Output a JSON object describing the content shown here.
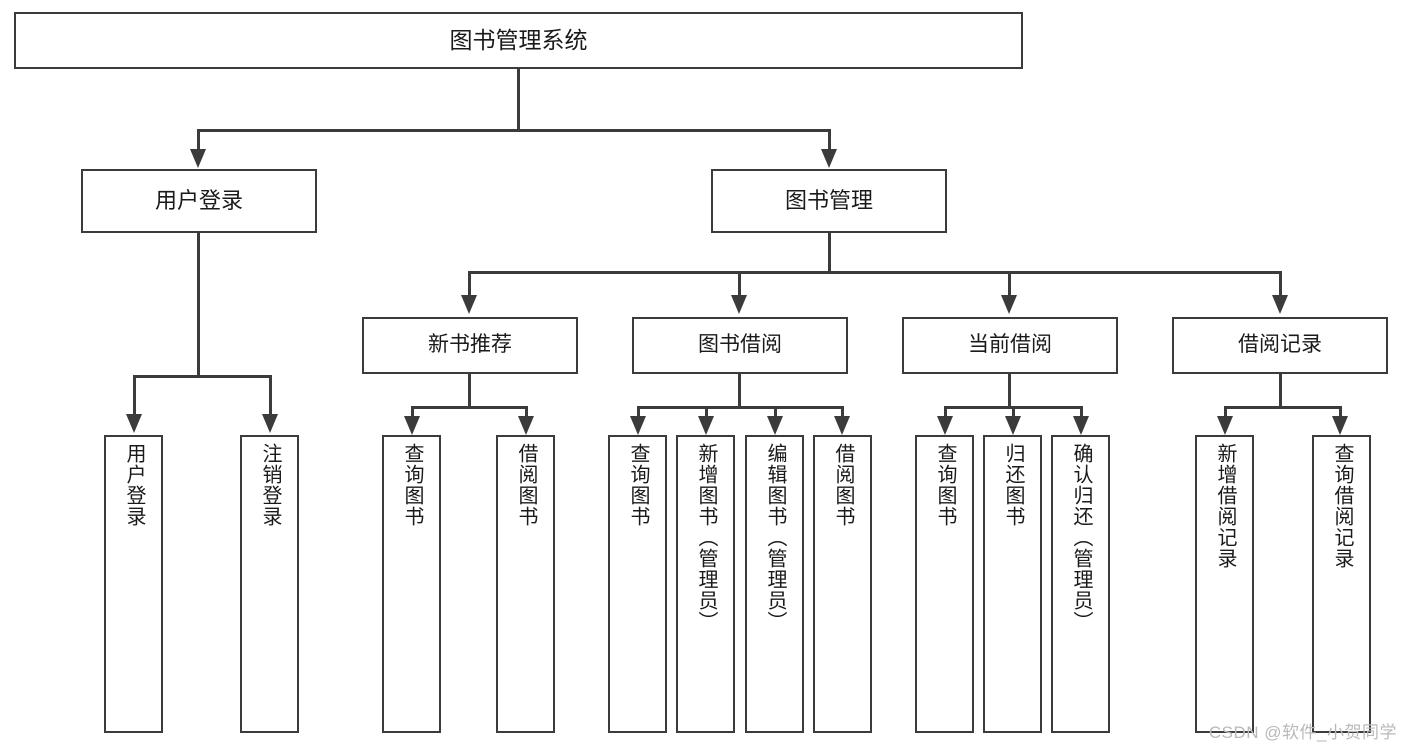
{
  "diagram": {
    "type": "tree-hierarchy-chart",
    "title": "图书管理系统",
    "watermark": "CSDN @软件_小贺同学",
    "colors": {
      "stroke": "#3b3b3b",
      "fill": "#ffffff",
      "text": "#1a1a1a",
      "watermark": "#b9b9b9"
    },
    "root": {
      "label": "图书管理系统"
    },
    "level2": [
      {
        "label": "用户登录"
      },
      {
        "label": "图书管理"
      }
    ],
    "level3": [
      {
        "label": "新书推荐"
      },
      {
        "label": "图书借阅"
      },
      {
        "label": "当前借阅"
      },
      {
        "label": "借阅记录"
      }
    ],
    "leaves": {
      "user_login": [
        {
          "label": "用户登录"
        },
        {
          "label": "注销登录"
        }
      ],
      "new_book_recommend": [
        {
          "label": "查询图书"
        },
        {
          "label": "借阅图书"
        }
      ],
      "book_borrow": [
        {
          "label": "查询图书"
        },
        {
          "label": "新增图书（管理员）"
        },
        {
          "label": "编辑图书（管理员）"
        },
        {
          "label": "借阅图书"
        }
      ],
      "current_borrow": [
        {
          "label": "查询图书"
        },
        {
          "label": "归还图书"
        },
        {
          "label": "确认归还（管理员）"
        }
      ],
      "borrow_record": [
        {
          "label": "新增借阅记录"
        },
        {
          "label": "查询借阅记录"
        }
      ]
    }
  }
}
